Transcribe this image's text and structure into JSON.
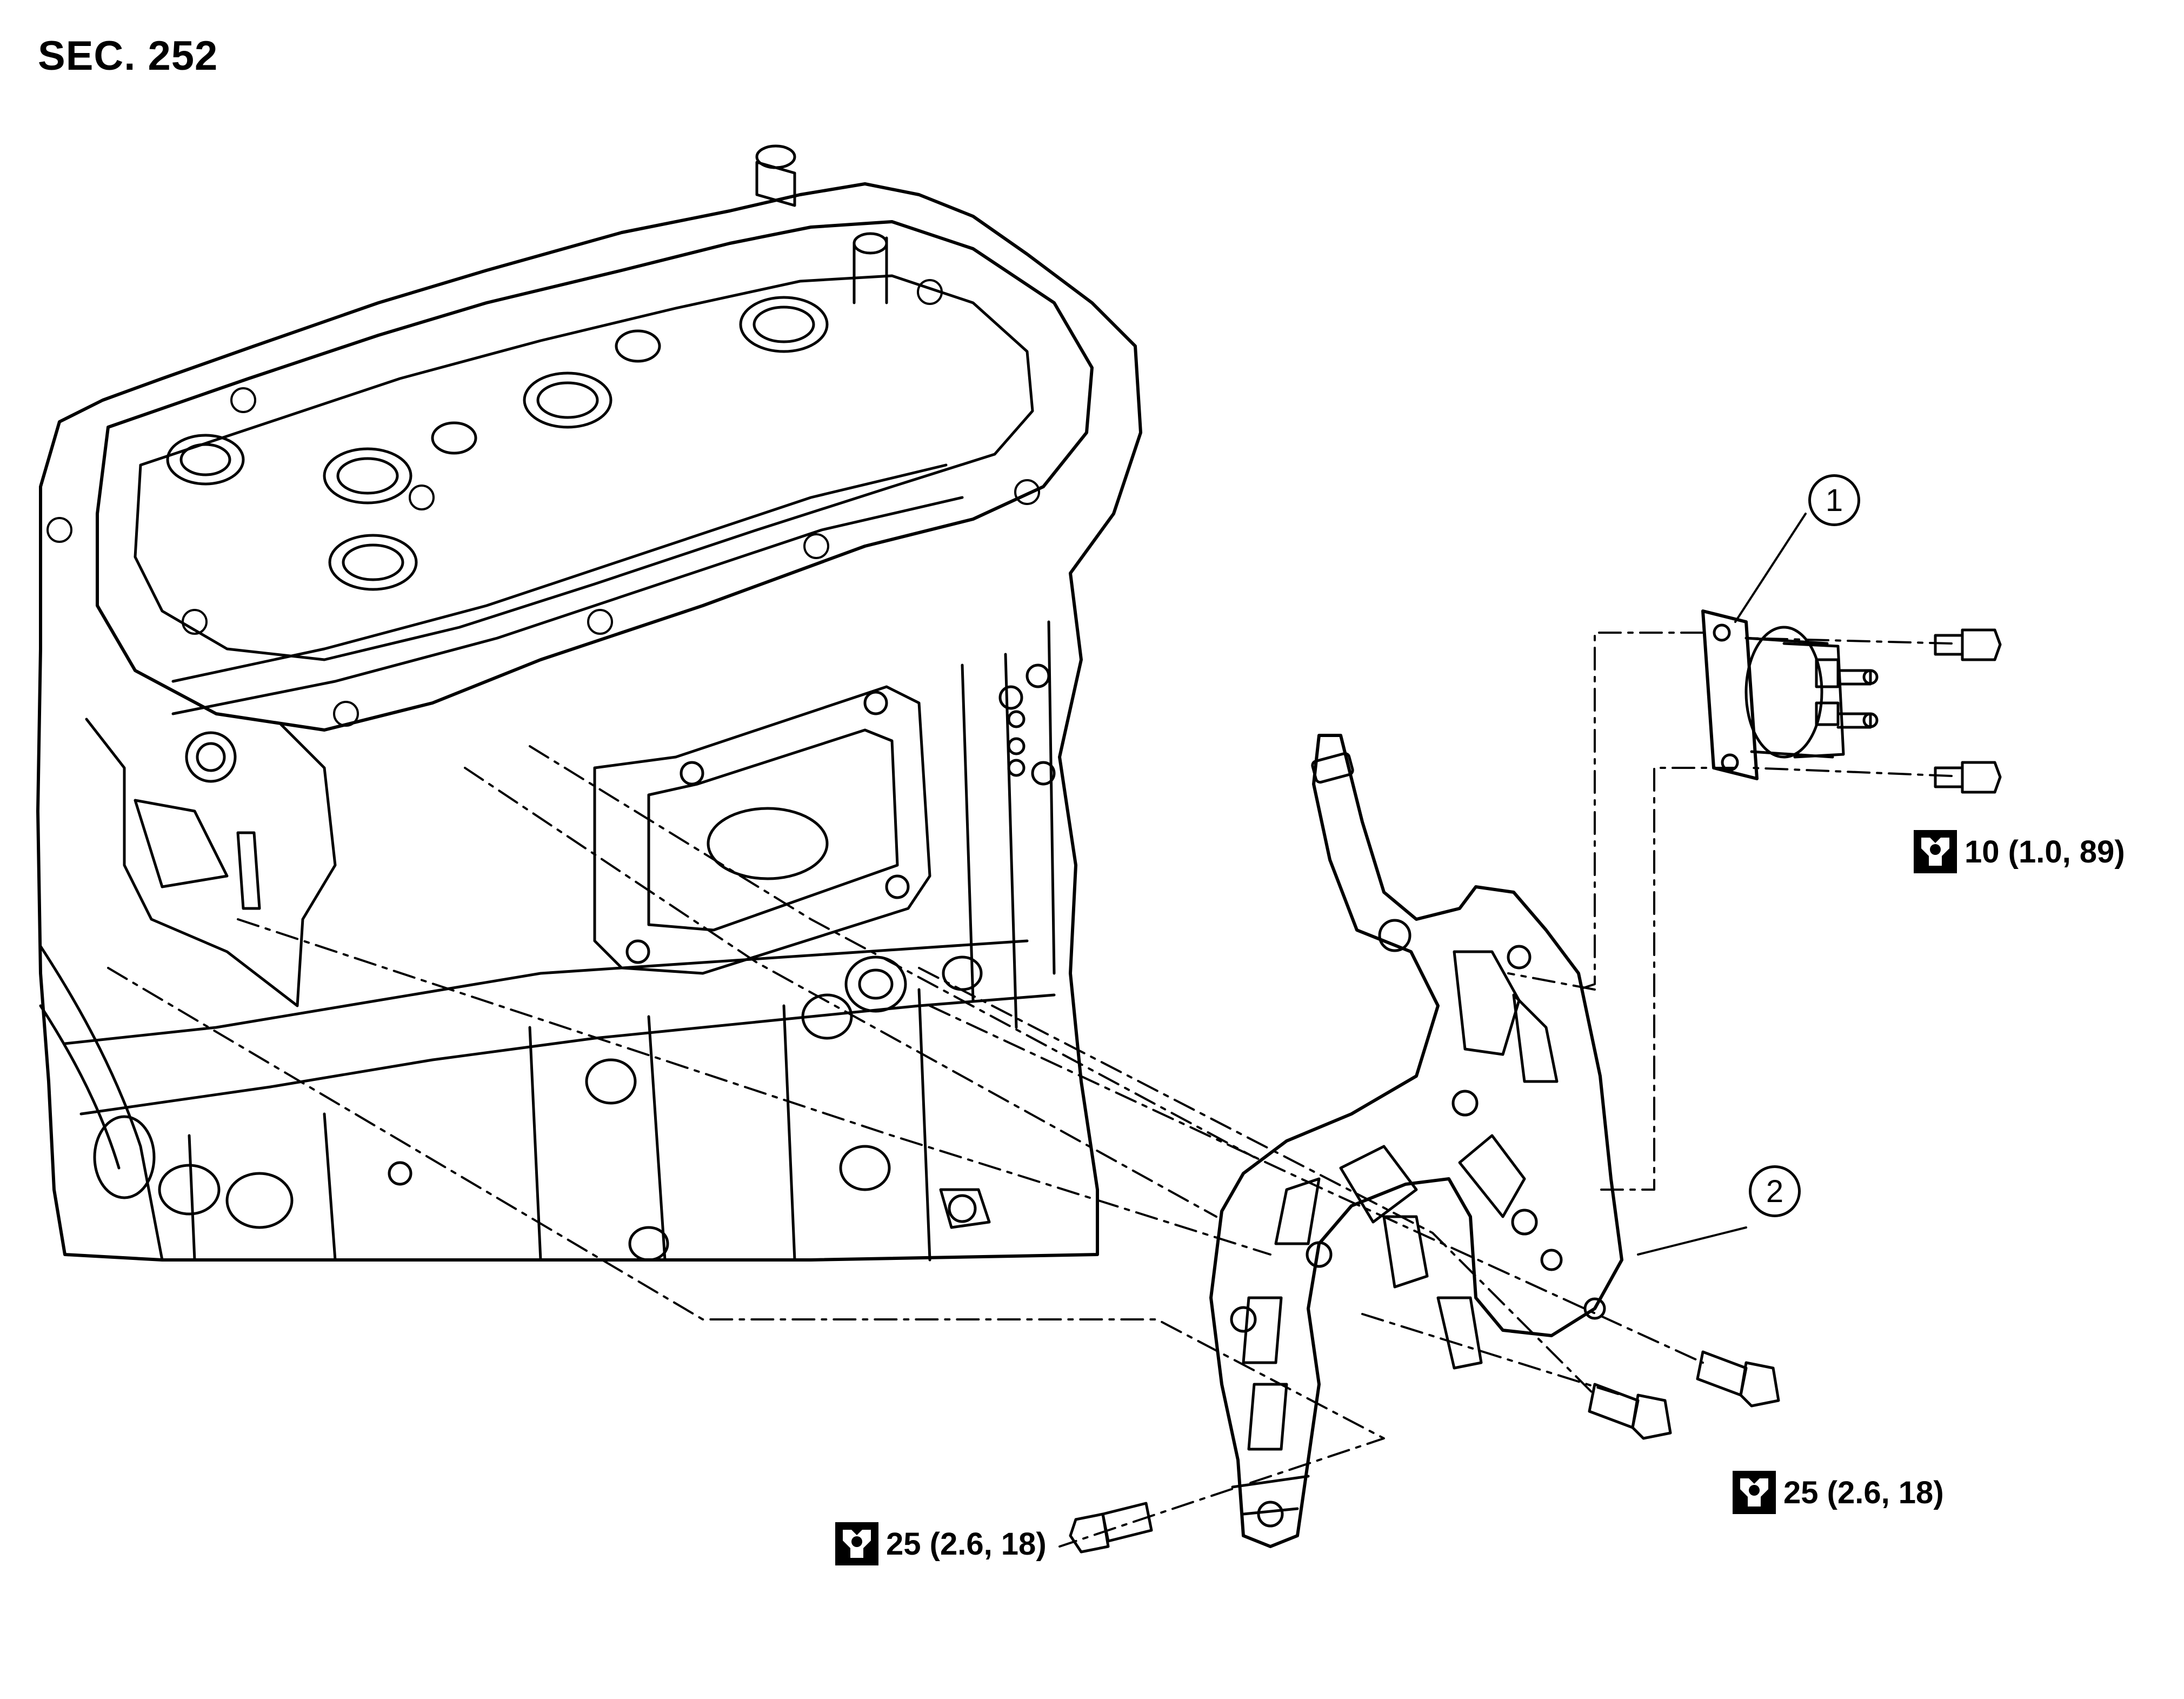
{
  "section": "SEC. 252",
  "callouts": [
    {
      "id": "1"
    },
    {
      "id": "2"
    }
  ],
  "torque_specs": [
    {
      "value": "10 (1.0, 89)"
    },
    {
      "value": "25 (2.6, 18)"
    },
    {
      "value": "25 (2.6, 18)"
    }
  ],
  "icons": {
    "torque_wrench": "wrench-socket-icon"
  }
}
